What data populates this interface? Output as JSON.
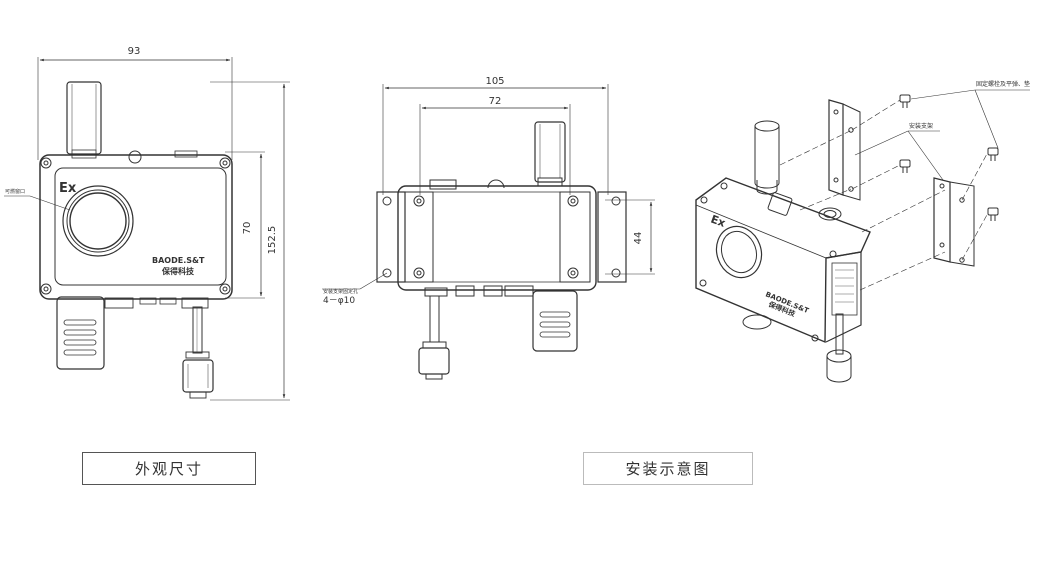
{
  "front_view": {
    "dim_width": "93",
    "dim_inner_height": "70",
    "dim_total_height": "152.5",
    "callout_window": "可燃窗口",
    "ex_mark": "Ex",
    "brand": "BAODE.S&T",
    "brand_cn": "保得科技"
  },
  "side_view": {
    "dim_outer_width": "105",
    "dim_inner_width": "72",
    "dim_hole_spacing": "44",
    "callout_holes": "安装支架固定孔",
    "hole_spec": "4－φ10"
  },
  "iso_view": {
    "callout_bolts": "固定螺栓及平弹、垫",
    "callout_bracket": "安装支架",
    "ex_mark": "Ex",
    "brand": "BAODE.S&T",
    "brand_cn": "保得科技"
  },
  "captions": {
    "dimensions": "外观尺寸",
    "installation": "安装示意图"
  }
}
